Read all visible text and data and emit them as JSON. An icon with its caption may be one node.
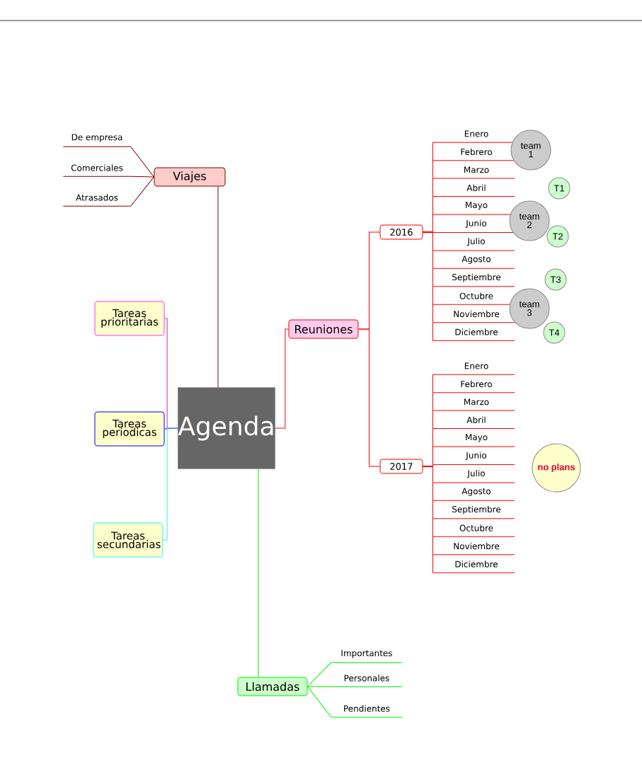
{
  "diagram": {
    "nodes": [
      {
        "text": [
          "Agenda"
        ]
      },
      {
        "text": [
          "Viajes"
        ]
      },
      {
        "text": [
          "De empresa"
        ]
      },
      {
        "text": [
          "Comerciales"
        ]
      },
      {
        "text": [
          "Atrasados"
        ]
      },
      {
        "text": [
          "Reuniones"
        ]
      },
      {
        "text": [
          "2016"
        ]
      },
      {
        "text": [
          "Enero"
        ]
      },
      {
        "text": [
          "Febrero"
        ]
      },
      {
        "text": [
          "Marzo"
        ]
      },
      {
        "text": [
          "Abril"
        ]
      },
      {
        "text": [
          "Mayo"
        ]
      },
      {
        "text": [
          "Junio"
        ]
      },
      {
        "text": [
          "Julio"
        ]
      },
      {
        "text": [
          "Agosto"
        ]
      },
      {
        "text": [
          "Septiembre"
        ]
      },
      {
        "text": [
          "Octubre"
        ]
      },
      {
        "text": [
          "Noviembre"
        ]
      },
      {
        "text": [
          "Diciembre"
        ]
      },
      {
        "text": [
          "2017"
        ]
      },
      {
        "text": [
          "Enero"
        ]
      },
      {
        "text": [
          "Febrero"
        ]
      },
      {
        "text": [
          "Marzo"
        ]
      },
      {
        "text": [
          "Abril"
        ]
      },
      {
        "text": [
          "Mayo"
        ]
      },
      {
        "text": [
          "Junio"
        ]
      },
      {
        "text": [
          "Julio"
        ]
      },
      {
        "text": [
          "Agosto"
        ]
      },
      {
        "text": [
          "Septiembre"
        ]
      },
      {
        "text": [
          "Octubre"
        ]
      },
      {
        "text": [
          "Noviembre"
        ]
      },
      {
        "text": [
          "Diciembre"
        ]
      },
      {
        "text": [
          "Tareas prioritarias"
        ]
      },
      {
        "text": [
          "Tareas periodicas"
        ]
      },
      {
        "text": [
          "Tareas secundarias"
        ]
      },
      {
        "text": [
          "Llamadas"
        ]
      },
      {
        "text": [
          "Importantes"
        ]
      },
      {
        "text": [
          "Personales"
        ]
      },
      {
        "text": [
          "Pendientes"
        ]
      },
      {
        "text": [
          "team 1"
        ]
      },
      {
        "text": [
          "team 2"
        ]
      },
      {
        "text": [
          "team 3"
        ]
      },
      {
        "text": [
          "T1"
        ]
      },
      {
        "text": [
          "T2"
        ]
      },
      {
        "text": [
          "T3"
        ]
      },
      {
        "text": [
          "T4"
        ]
      },
      {
        "text": [
          "no plans"
        ]
      }
    ],
    "edges": [
      {
        "from": 0,
        "to": 1,
        "arrow": "none",
        "color": "#800000"
      },
      {
        "from": 1,
        "to": 2,
        "arrow": "none",
        "color": "#800000"
      },
      {
        "from": 1,
        "to": 3,
        "arrow": "none",
        "color": "#800000"
      },
      {
        "from": 1,
        "to": 4,
        "arrow": "none",
        "color": "#800000"
      },
      {
        "from": 0,
        "to": 5,
        "arrow": "none"
      },
      {
        "from": 5,
        "to": 6,
        "arrow": "none"
      },
      {
        "from": 6,
        "to": 7,
        "arrow": "none"
      },
      {
        "from": 6,
        "to": 8,
        "arrow": "none"
      },
      {
        "from": 6,
        "to": 9,
        "arrow": "none"
      },
      {
        "from": 6,
        "to": 10,
        "arrow": "none"
      },
      {
        "from": 6,
        "to": 11,
        "arrow": "none"
      },
      {
        "from": 6,
        "to": 12,
        "arrow": "none"
      },
      {
        "from": 6,
        "to": 13,
        "arrow": "none"
      },
      {
        "from": 6,
        "to": 14,
        "arrow": "none"
      },
      {
        "from": 6,
        "to": 15,
        "arrow": "none"
      },
      {
        "from": 6,
        "to": 16,
        "arrow": "none"
      },
      {
        "from": 6,
        "to": 17,
        "arrow": "none"
      },
      {
        "from": 6,
        "to": 18,
        "arrow": "none"
      },
      {
        "from": 5,
        "to": 19,
        "arrow": "none"
      },
      {
        "from": 19,
        "to": 20,
        "arrow": "none"
      },
      {
        "from": 19,
        "to": 21,
        "arrow": "none"
      },
      {
        "from": 19,
        "to": 22,
        "arrow": "none"
      },
      {
        "from": 19,
        "to": 23,
        "arrow": "none"
      },
      {
        "from": 19,
        "to": 24,
        "arrow": "none"
      },
      {
        "from": 19,
        "to": 25,
        "arrow": "none"
      },
      {
        "from": 19,
        "to": 26,
        "arrow": "none"
      },
      {
        "from": 19,
        "to": 27,
        "arrow": "none"
      },
      {
        "from": 19,
        "to": 28,
        "arrow": "none"
      },
      {
        "from": 19,
        "to": 29,
        "arrow": "none"
      },
      {
        "from": 19,
        "to": 30,
        "arrow": "none"
      },
      {
        "from": 19,
        "to": 31,
        "arrow": "none"
      },
      {
        "from": 0,
        "to": 32,
        "arrow": "none",
        "color": "#cc22cc"
      },
      {
        "from": 0,
        "to": 33,
        "arrow": "none",
        "color": "#0000ff"
      },
      {
        "from": 0,
        "to": 34,
        "arrow": "none",
        "color": "#33eeee"
      },
      {
        "from": 0,
        "to": 35,
        "arrow": "none",
        "color": "#00ee00"
      },
      {
        "from": 35,
        "to": 36,
        "arrow": "none",
        "color": "#00ee00"
      },
      {
        "from": 35,
        "to": 37,
        "arrow": "none",
        "color": "#00ee00"
      },
      {
        "from": 35,
        "to": 38,
        "arrow": "none",
        "color": "#00ee00"
      }
    ]
  }
}
